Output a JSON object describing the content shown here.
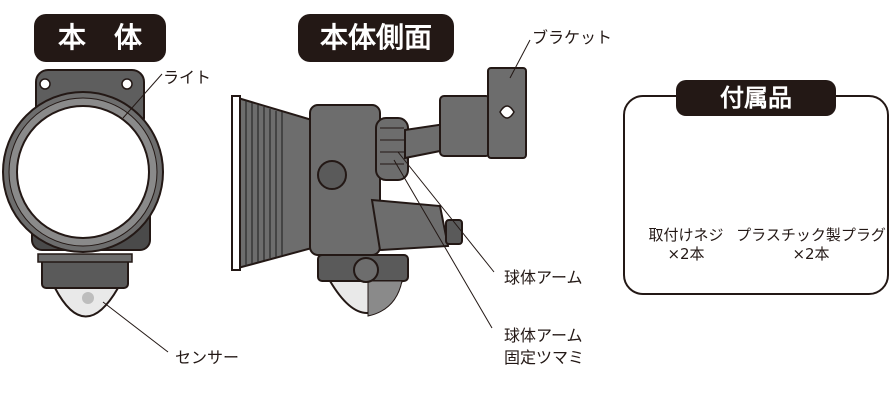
{
  "headings": {
    "main_body": "本　体",
    "side_view": "本体側面",
    "accessories": "付属品"
  },
  "labels": {
    "light": "ライト",
    "sensor": "センサー",
    "bracket": "ブラケット",
    "ball_arm": "球体アーム",
    "ball_arm_knob_line1": "球体アーム",
    "ball_arm_knob_line2": "固定ツマミ"
  },
  "accessories": {
    "screw_line1": "取付けネジ",
    "screw_line2": "×2本",
    "plug_line1": "プラスチック製プラグ",
    "plug_line2": "×2本"
  },
  "colors": {
    "ink": "#231815",
    "body_gray": "#6d6d6d",
    "dark_gray": "#4a4a4a"
  }
}
